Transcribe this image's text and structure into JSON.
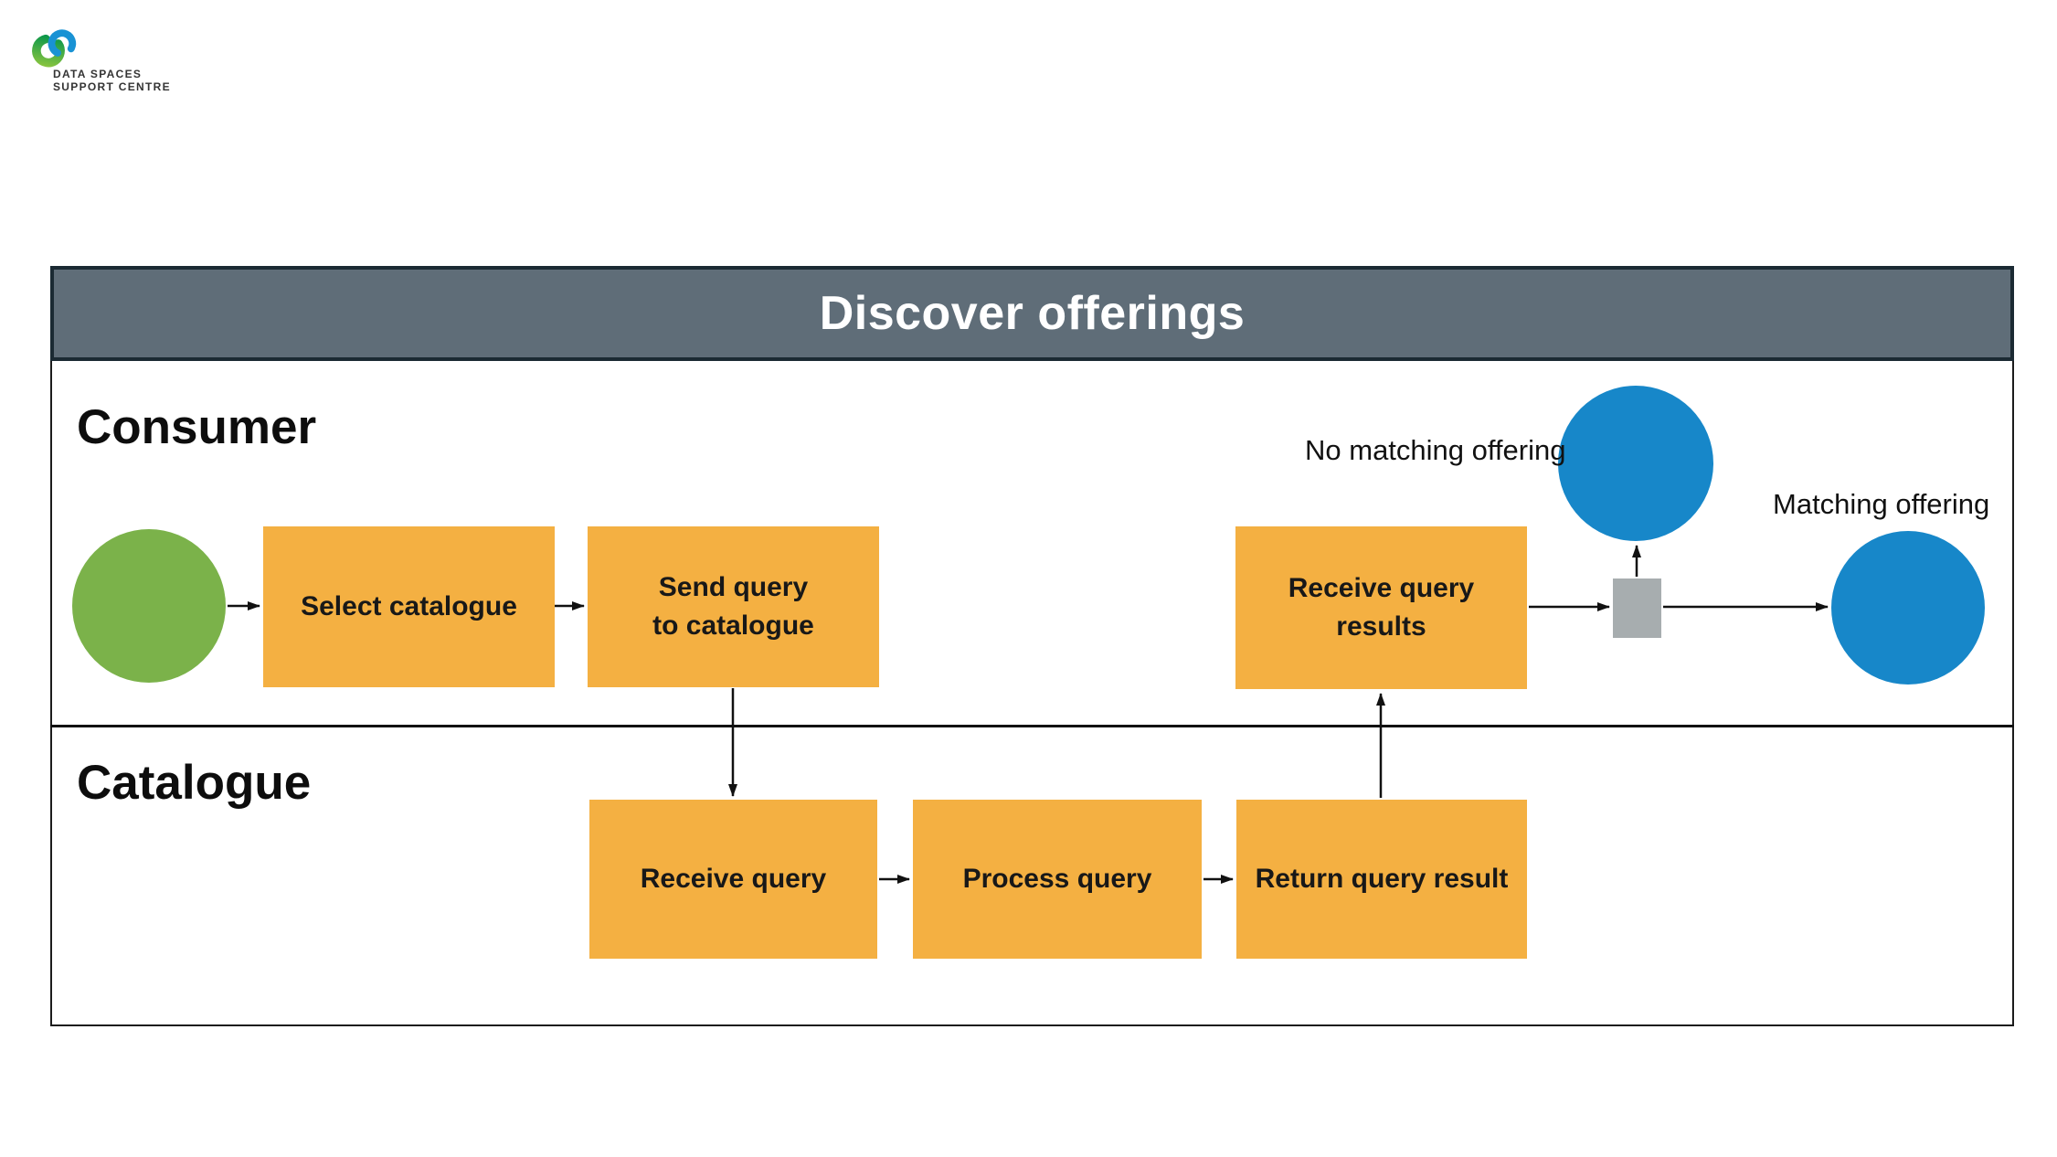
{
  "logo": {
    "line1": "DATA SPACES",
    "line2": "SUPPORT CENTRE"
  },
  "header": {
    "title": "Discover offerings"
  },
  "lanes": [
    {
      "label": "Consumer"
    },
    {
      "label": "Catalogue"
    }
  ],
  "nodes": {
    "select_catalogue": "Select catalogue",
    "send_query": "Send query\nto catalogue",
    "receive_results": "Receive query\nresults",
    "receive_query": "Receive query",
    "process_query": "Process query",
    "return_result": "Return query result"
  },
  "annotations": {
    "no_matching": "No matching offering",
    "matching": "Matching offering"
  },
  "icons": {
    "logo_mark": "dssc-interlocked-rings-icon"
  },
  "colors": {
    "task_fill": "#F4B042",
    "start_fill": "#7BB24A",
    "end_fill": "#1787C9",
    "gateway_fill": "#A7ADAF",
    "header_fill": "#5F6D78",
    "header_border": "#1B2A33",
    "logo_green": "#4CAF3E",
    "logo_blue": "#1992D4",
    "line": "#111111"
  }
}
